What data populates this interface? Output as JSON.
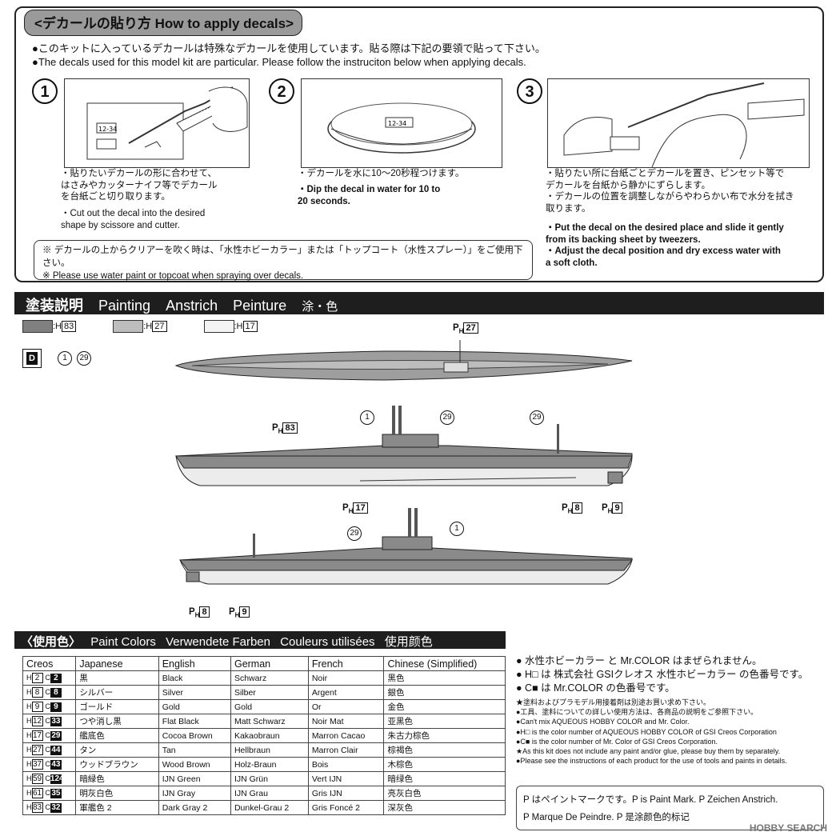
{
  "decal_section": {
    "title": "<デカールの貼り方 How to apply decals>",
    "intro_jp": "●このキットに入っているデカールは特殊なデカールを使用しています。貼る際は下記の要領で貼って下さい。",
    "intro_en": "●The decals used for this model kit are particular. Please follow the instruciton below when applying decals.",
    "steps": [
      {
        "num": "1",
        "jp": "・貼りたいデカールの形に合わせて、\nはさみやカッターナイフ等でデカール\nを台紙ごと切り取ります。",
        "en": "・Cut out the decal into the desired\nshape by scissore and cutter."
      },
      {
        "num": "2",
        "jp": "・デカールを水に10〜20秒程つけます。",
        "en": "・Dip the decal in water for 10 to\n20 seconds."
      },
      {
        "num": "3",
        "jp": "・貼りたい所に台紙ごとデカールを置き、ピンセット等で\nデカールを台紙から静かにずらします。\n・デカールの位置を調整しながらやわらかい布で水分を拭き\n取ります。",
        "en": "・Put the decal on the desired place and slide it gently\nfrom its backing sheet by tweezers.\n・Adjust the decal position and dry excess water with\na soft cloth."
      }
    ],
    "decal_sample": "12-34",
    "note_jp": "※ デカールの上からクリアーを吹く時は、「水性ホビーカラー」または「トップコート（水性スプレー）」をご使用下さい。",
    "note_en": "※ Please use water paint or topcoat when spraying over decals."
  },
  "painting_bar": {
    "jp": "塗装説明",
    "en": "Painting",
    "de": "Anstrich",
    "fr": "Peinture",
    "cn": "涂・色"
  },
  "legend": [
    {
      "code": "83",
      "prefix": ":H",
      "color": "#808080"
    },
    {
      "code": "27",
      "prefix": ":H",
      "color": "#bdbdbd"
    },
    {
      "code": "17",
      "prefix": ":H",
      "color": "#f4f4f4"
    }
  ],
  "decal_ref": {
    "label": "D",
    "items": [
      "1",
      "29"
    ]
  },
  "callouts": {
    "top": "27",
    "side_h83": "83",
    "side_h17": "17",
    "side_h8": "8",
    "side_h9": "9",
    "side2_h8": "8",
    "side2_h9": "9",
    "c1": "1",
    "c29a": "29",
    "c29b": "29",
    "c1b": "1",
    "c29c": "29"
  },
  "paint_colors_bar": {
    "jp": "〈使用色〉",
    "en": "Paint Colors",
    "de": "Verwendete Farben",
    "fr": "Couleurs utilisées",
    "cn": "使用颜色"
  },
  "color_table": {
    "headers": [
      "Creos",
      "Japanese",
      "English",
      "German",
      "French",
      "Chinese (Simplified)"
    ],
    "rows": [
      {
        "h": "2",
        "c": "2",
        "jp": "黒",
        "en": "Black",
        "de": "Schwarz",
        "fr": "Noir",
        "cn": "黑色"
      },
      {
        "h": "8",
        "c": "8",
        "jp": "シルバー",
        "en": "Silver",
        "de": "Silber",
        "fr": "Argent",
        "cn": "銀色"
      },
      {
        "h": "9",
        "c": "9",
        "jp": "ゴールド",
        "en": "Gold",
        "de": "Gold",
        "fr": "Or",
        "cn": "金色"
      },
      {
        "h": "12",
        "c": "33",
        "jp": "つや消し黒",
        "en": "Flat Black",
        "de": "Matt Schwarz",
        "fr": "Noir Mat",
        "cn": "亚黑色"
      },
      {
        "h": "17",
        "c": "29",
        "jp": "艦底色",
        "en": "Cocoa Brown",
        "de": "Kakaobraun",
        "fr": "Marron Cacao",
        "cn": "朱古力棕色"
      },
      {
        "h": "27",
        "c": "44",
        "jp": "タン",
        "en": "Tan",
        "de": "Hellbraun",
        "fr": "Marron Clair",
        "cn": "棕褐色"
      },
      {
        "h": "37",
        "c": "43",
        "jp": "ウッドブラウン",
        "en": "Wood Brown",
        "de": "Holz-Braun",
        "fr": "Bois",
        "cn": "木棕色"
      },
      {
        "h": "59",
        "c": "124",
        "jp": "暗緑色",
        "en": "IJN Green",
        "de": "IJN Grün",
        "fr": "Vert IJN",
        "cn": "暗绿色"
      },
      {
        "h": "61",
        "c": "35",
        "jp": "明灰白色",
        "en": "IJN Gray",
        "de": "IJN Grau",
        "fr": "Gris IJN",
        "cn": "亮灰白色"
      },
      {
        "h": "83",
        "c": "32",
        "jp": "軍艦色 2",
        "en": "Dark Gray 2",
        "de": "Dunkel-Grau 2",
        "fr": "Gris Foncé 2",
        "cn": "深灰色"
      }
    ]
  },
  "notes": {
    "l1": "● 水性ホビーカラー と Mr.COLOR はまぜられません。",
    "l2": "● H□ は 株式会社 GSIクレオス 水性ホビーカラー の色番号です。",
    "l3": "● C■ は Mr.COLOR の色番号です。",
    "small": [
      "★塗料およびプラモデル用接着剤は別途お買い求め下さい。",
      "●工具、塗料についての詳しい使用方法は、各商品の説明をご参照下さい。",
      "●Can't mix AQUEOUS HOBBY COLOR and Mr. Color.",
      "●H□ is the color number of AQUEOUS HOBBY COLOR of GSI Creos Corporation",
      "●C■ is the color number of Mr. Color of GSI Creos Corporation.",
      "★As this kit does not include any paint and/or glue, please buy them by separately.",
      "●Please see the instructions of each product for the use of tools and paints in details."
    ],
    "pmark_1": "P はペイントマークです。P is Paint Mark. P Zeichen Anstrich.",
    "pmark_2": "P Marque De Peindre. P 是涂颜色的标记"
  },
  "watermark": "HOBBY SEARCH"
}
